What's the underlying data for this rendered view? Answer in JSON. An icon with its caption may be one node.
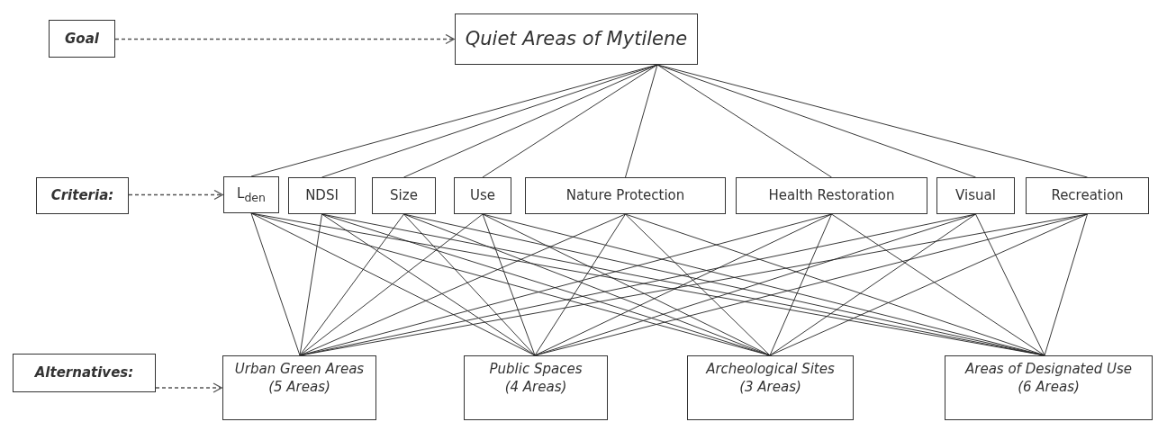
{
  "diagram": {
    "nodes": [
      {
        "text": [
          "Goal"
        ]
      },
      {
        "text": [
          "Quiet Areas of Mytilene"
        ]
      },
      {
        "text": [
          "Criteria:"
        ]
      },
      {
        "text": [
          "L$_{den}$"
        ]
      },
      {
        "text": [
          "NDSI"
        ]
      },
      {
        "text": [
          "Size"
        ]
      },
      {
        "text": [
          "Use"
        ]
      },
      {
        "text": [
          "Nature Protection"
        ]
      },
      {
        "text": [
          "Health Restoration"
        ]
      },
      {
        "text": [
          "Visual"
        ]
      },
      {
        "text": [
          "Recreation"
        ]
      },
      {
        "text": [
          "Alternatives:"
        ]
      },
      {
        "text": [
          "Urban Green Areas",
          "(5 Areas)"
        ]
      },
      {
        "text": [
          "Public Spaces",
          "(4 Areas)"
        ]
      },
      {
        "text": [
          "Archeological Sites",
          "(3 Areas)"
        ]
      },
      {
        "text": [
          "Areas of Designated Use",
          "(6 Areas)"
        ]
      }
    ],
    "edges": [
      {
        "from": 0,
        "to": 1,
        "arrow": "to",
        "style": "dashed",
        "color": "#555555"
      },
      {
        "from": 2,
        "to": 3,
        "arrow": "to",
        "style": "dashed",
        "color": "#555555"
      },
      {
        "from": 11,
        "to": 12,
        "arrow": "to",
        "style": "dashed",
        "color": "#555555"
      },
      {
        "from": 1,
        "to": 3,
        "arrow": "none"
      },
      {
        "from": 1,
        "to": 4,
        "arrow": "none"
      },
      {
        "from": 1,
        "to": 5,
        "arrow": "none"
      },
      {
        "from": 1,
        "to": 6,
        "arrow": "none"
      },
      {
        "from": 1,
        "to": 7,
        "arrow": "none"
      },
      {
        "from": 1,
        "to": 8,
        "arrow": "none"
      },
      {
        "from": 1,
        "to": 9,
        "arrow": "none"
      },
      {
        "from": 1,
        "to": 10,
        "arrow": "none"
      },
      {
        "from": 3,
        "to": 12,
        "arrow": "none"
      },
      {
        "from": 3,
        "to": 13,
        "arrow": "none"
      },
      {
        "from": 3,
        "to": 14,
        "arrow": "none"
      },
      {
        "from": 3,
        "to": 15,
        "arrow": "none"
      },
      {
        "from": 4,
        "to": 12,
        "arrow": "none"
      },
      {
        "from": 4,
        "to": 13,
        "arrow": "none"
      },
      {
        "from": 4,
        "to": 14,
        "arrow": "none"
      },
      {
        "from": 4,
        "to": 15,
        "arrow": "none"
      },
      {
        "from": 5,
        "to": 12,
        "arrow": "none"
      },
      {
        "from": 5,
        "to": 13,
        "arrow": "none"
      },
      {
        "from": 5,
        "to": 14,
        "arrow": "none"
      },
      {
        "from": 5,
        "to": 15,
        "arrow": "none"
      },
      {
        "from": 6,
        "to": 12,
        "arrow": "none"
      },
      {
        "from": 6,
        "to": 13,
        "arrow": "none"
      },
      {
        "from": 6,
        "to": 14,
        "arrow": "none"
      },
      {
        "from": 6,
        "to": 15,
        "arrow": "none"
      },
      {
        "from": 7,
        "to": 12,
        "arrow": "none"
      },
      {
        "from": 7,
        "to": 13,
        "arrow": "none"
      },
      {
        "from": 7,
        "to": 14,
        "arrow": "none"
      },
      {
        "from": 7,
        "to": 15,
        "arrow": "none"
      },
      {
        "from": 8,
        "to": 12,
        "arrow": "none"
      },
      {
        "from": 8,
        "to": 13,
        "arrow": "none"
      },
      {
        "from": 8,
        "to": 14,
        "arrow": "none"
      },
      {
        "from": 8,
        "to": 15,
        "arrow": "none"
      },
      {
        "from": 9,
        "to": 12,
        "arrow": "none"
      },
      {
        "from": 9,
        "to": 13,
        "arrow": "none"
      },
      {
        "from": 9,
        "to": 14,
        "arrow": "none"
      },
      {
        "from": 9,
        "to": 15,
        "arrow": "none"
      },
      {
        "from": 10,
        "to": 12,
        "arrow": "none"
      },
      {
        "from": 10,
        "to": 13,
        "arrow": "none"
      },
      {
        "from": 10,
        "to": 14,
        "arrow": "none"
      },
      {
        "from": 10,
        "to": 15,
        "arrow": "none"
      }
    ]
  }
}
